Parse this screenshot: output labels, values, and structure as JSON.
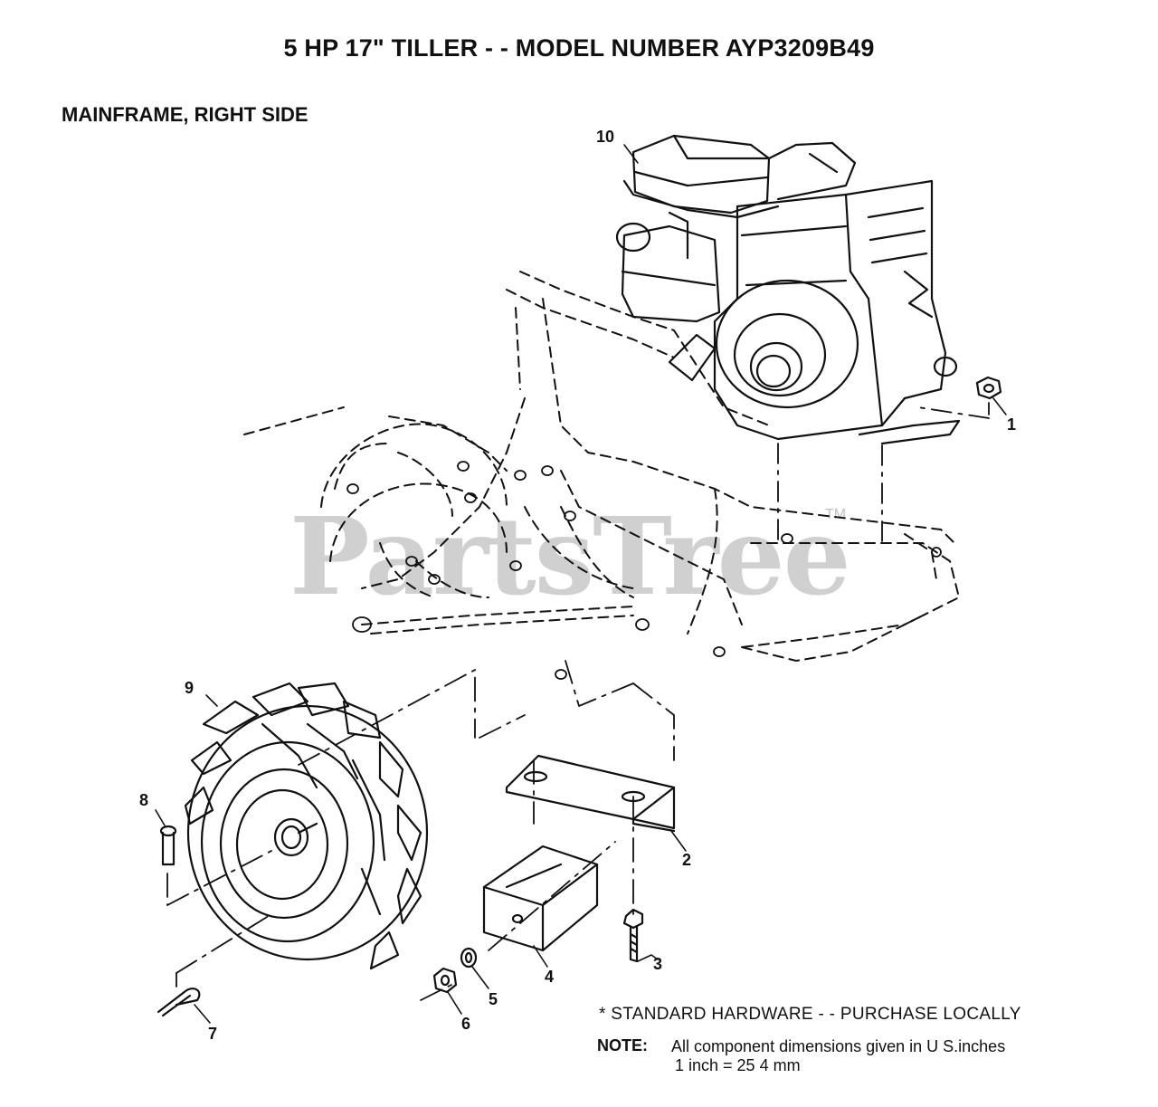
{
  "title": "5 HP 17\" TILLER - - MODEL NUMBER AYP3209B49",
  "section_title": "MAINFRAME, RIGHT SIDE",
  "callouts": [
    "10",
    "1",
    "9",
    "8",
    "2",
    "3",
    "4",
    "5",
    "6",
    "7"
  ],
  "footer": {
    "standard_hardware": "* STANDARD HARDWARE - - PURCHASE LOCALLY",
    "note_label": "NOTE:",
    "note_line1": "All component dimensions given in U S.inches",
    "note_line2": "1 inch = 25 4 mm"
  },
  "watermark": {
    "text": "PartsTree",
    "tm": "TM"
  }
}
